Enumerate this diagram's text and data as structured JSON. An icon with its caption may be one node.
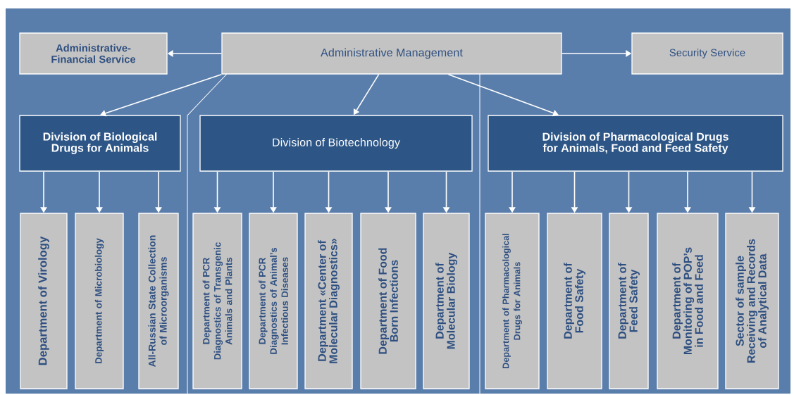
{
  "diagram": {
    "nodes": [
      {
        "text": [
          "Administrative-Financial Service"
        ]
      },
      {
        "text": [
          "Administrative Management"
        ]
      },
      {
        "text": [
          "Security Service"
        ]
      },
      {
        "text": [
          "Division of Biological Drugs for Animals"
        ]
      },
      {
        "text": [
          "Division of Biotechnology"
        ]
      },
      {
        "text": [
          "Division of Pharmacological Drugs for Animals, Food and Feed Safety"
        ]
      },
      {
        "text": [
          "Department of Virology"
        ]
      },
      {
        "text": [
          "Department of Microbiology"
        ]
      },
      {
        "text": [
          "All-Russian State Collection of Microorganisms"
        ]
      },
      {
        "text": [
          "Department of PCR Diagnostics of Transgenic Animals and Plants"
        ]
      },
      {
        "text": [
          "Department of PCR Diagnostics of Animal’s Infectious Diseases"
        ]
      },
      {
        "text": [
          "Department «Center of Molecular Diagnostics»"
        ]
      },
      {
        "text": [
          "Department of Food Born Infections"
        ]
      },
      {
        "text": [
          "Department of Molecular Biology"
        ]
      },
      {
        "text": [
          "Department of Pharmacological Drugs for Animals"
        ]
      },
      {
        "text": [
          "Department of Food Safety"
        ]
      },
      {
        "text": [
          "Department of Feed Safety"
        ]
      },
      {
        "text": [
          "Department of Monitoring of POP’s in Food and Feed"
        ]
      },
      {
        "text": [
          "Sector of sample Receiving and Records of Analytical Data"
        ]
      }
    ],
    "edges": [
      {
        "from": 1,
        "to": 0,
        "arrow": "to"
      },
      {
        "from": 1,
        "to": 2,
        "arrow": "to"
      },
      {
        "from": 1,
        "to": 3,
        "arrow": "to"
      },
      {
        "from": 1,
        "to": 4,
        "arrow": "to"
      },
      {
        "from": 1,
        "to": 5,
        "arrow": "to"
      },
      {
        "from": 3,
        "to": 6,
        "arrow": "to"
      },
      {
        "from": 3,
        "to": 7,
        "arrow": "to"
      },
      {
        "from": 3,
        "to": 8,
        "arrow": "to"
      },
      {
        "from": 4,
        "to": 9,
        "arrow": "to"
      },
      {
        "from": 4,
        "to": 10,
        "arrow": "to"
      },
      {
        "from": 4,
        "to": 11,
        "arrow": "to"
      },
      {
        "from": 4,
        "to": 12,
        "arrow": "to"
      },
      {
        "from": 4,
        "to": 13,
        "arrow": "to"
      },
      {
        "from": 5,
        "to": 14,
        "arrow": "to"
      },
      {
        "from": 5,
        "to": 15,
        "arrow": "to"
      },
      {
        "from": 5,
        "to": 16,
        "arrow": "to"
      },
      {
        "from": 5,
        "to": 17,
        "arrow": "to"
      },
      {
        "from": 5,
        "to": 18,
        "arrow": "to"
      }
    ]
  }
}
